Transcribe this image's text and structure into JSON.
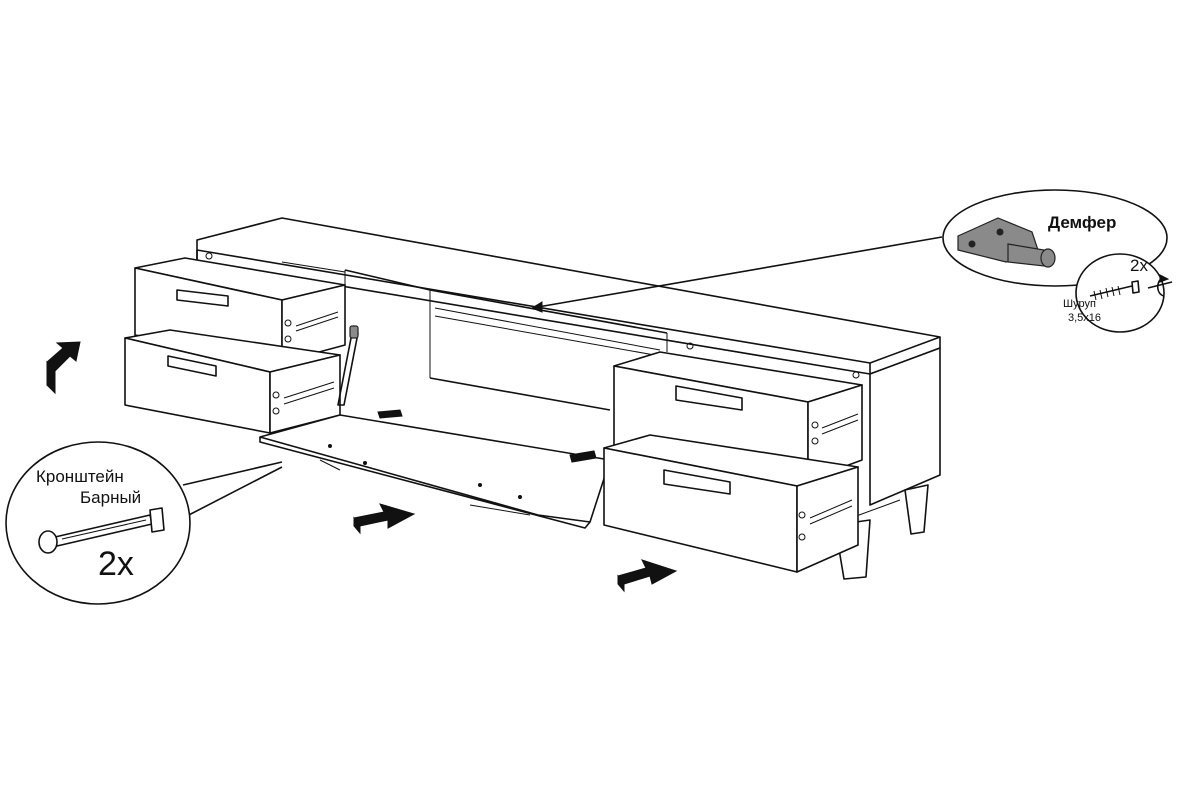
{
  "callouts": {
    "bar_bracket": {
      "name_line1": "Кронштейн",
      "name_line2": "Барный",
      "quantity": "2x"
    },
    "damper": {
      "name": "Демфер",
      "quantity": "2x",
      "screw_label_line1": "Шуруп",
      "screw_label_line2": "3,5x16"
    }
  },
  "arrows": {
    "count": 3,
    "color": "#111111",
    "style": "filled-3d"
  },
  "drawing": {
    "style": "line-art",
    "line_color": "#111111",
    "background": "#ffffff"
  }
}
